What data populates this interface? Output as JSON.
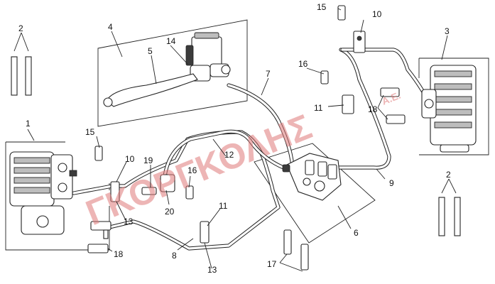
{
  "diagram": {
    "callouts": [
      "1",
      "2",
      "2",
      "3",
      "4",
      "5",
      "6",
      "7",
      "8",
      "9",
      "10",
      "10",
      "11",
      "11",
      "12",
      "13",
      "13",
      "14",
      "15",
      "15",
      "16",
      "16",
      "17",
      "18",
      "18",
      "19",
      "20"
    ],
    "watermark": {
      "main": "ΓΚΟΡΓΚΟΛΗΣ",
      "suffix": "A.E."
    }
  }
}
